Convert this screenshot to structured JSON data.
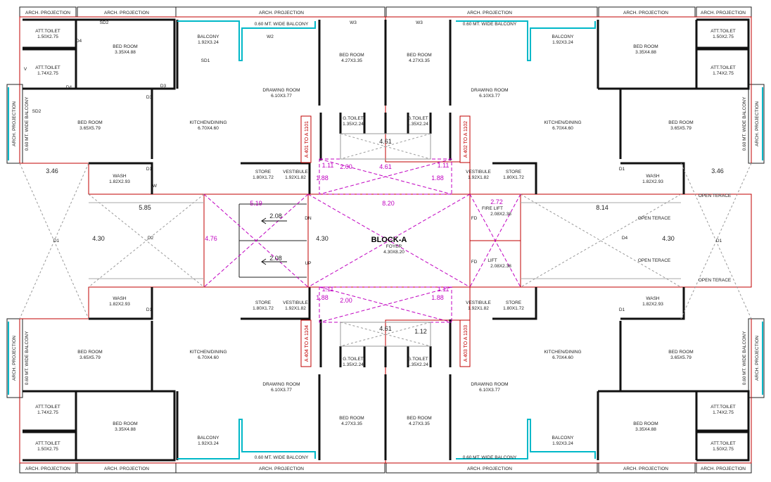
{
  "block": {
    "name": "BLOCK-A",
    "foyer_label": "FOYER",
    "foyer_size": "4.30X8.20"
  },
  "arch_projection": "ARCH. PROJECTION",
  "balcony_strip": "0.60 MT. WIDE BALCONY",
  "balcony_side": "0.60 MT. WIDE BALCONY",
  "tags": {
    "tl": "A 401 TO A 1101",
    "tr": "A 402 TO A 1102",
    "bl": "A 404 TO A 1104",
    "br": "A 403 TO A 1103"
  },
  "rooms": {
    "att_toilet": "ATT.TOILET",
    "att_toilet_1": "1.50X2.75",
    "att_toilet_2": "1.74X2.75",
    "bed_room": "BED ROOM",
    "bed_335": "3.35X4.88",
    "bed_365": "3.65X5.79",
    "bed_427": "4.27X3.35",
    "balcony": "BALCONY",
    "balcony_size": "1.92X3.24",
    "kitchen": "KITCHEN/DINING",
    "kitchen_size": "6.70X4.60",
    "drawing": "DRAWING ROOM",
    "drawing_size": "6.10X3.77",
    "g_toilet": "G.TOILET",
    "g_toilet_size": "1.35X2.24",
    "wash": "WASH",
    "wash_size": "1.82X2.93",
    "store": "STORE",
    "store_size": "1.80X1.72",
    "vestibule": "VESTIBULE",
    "vestibule_size": "1.92X1.82",
    "fire_lift": "FIRE LIFT",
    "fire_lift_size": "2.08X2.38",
    "lift": "LIFT",
    "lift_size": "2.08X2.38",
    "open_terace": "OPEN TERACE"
  },
  "doors": {
    "d1": "D1",
    "d2": "D2",
    "d3": "D3",
    "d4": "D4",
    "sd1": "SD1",
    "sd2": "SD2",
    "w": "W",
    "w2": "W2",
    "w3": "W3",
    "v": "V",
    "fd": "FD"
  },
  "dims": {
    "d346": "3.46",
    "d585": "5.85",
    "d430": "4.30",
    "d476": "4.76",
    "d519": "5.19",
    "d208": "2.08",
    "d820": "8.20",
    "d814": "8.14",
    "d461": "4.61",
    "d188": "1.88",
    "d200": "2.00",
    "d111": "1.11",
    "d112": "1.12",
    "d272": "2.72",
    "up": "UP",
    "dn": "DN"
  }
}
